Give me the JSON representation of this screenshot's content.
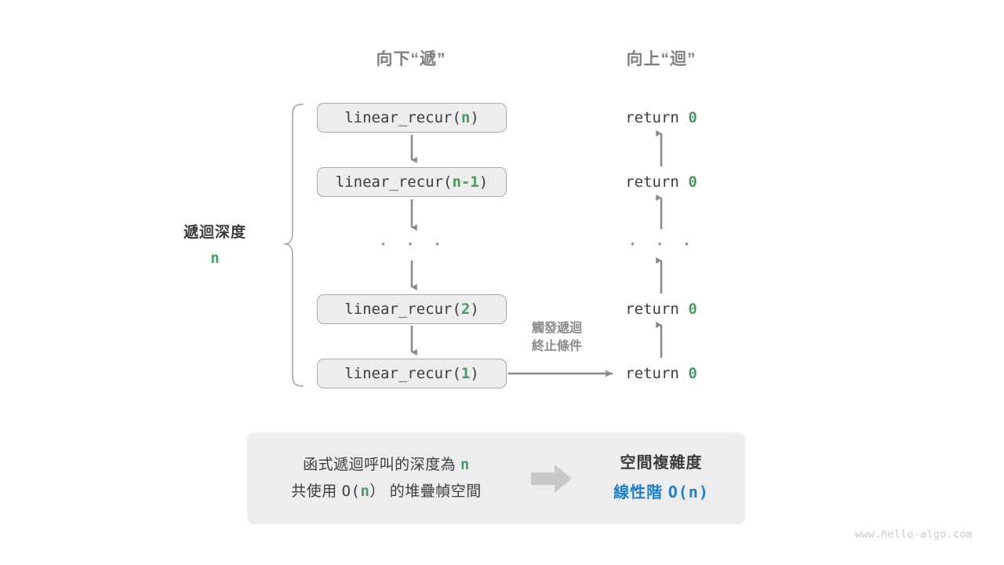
{
  "headers": {
    "down": "向下“遞”",
    "up": "向上“迴”"
  },
  "colors": {
    "accent_green": "#479c62",
    "accent_blue": "#1a80d2",
    "box_fill": "#ededed",
    "box_border": "#a9a9a9",
    "arrow_gray": "#8a8a8a",
    "text_gray": "#808080",
    "text_dark": "#3c3c3c",
    "watermark": "#c9c9c9"
  },
  "depth_annotation": {
    "title": "遞迴深度",
    "value": "n"
  },
  "call_stack": [
    {
      "prefix": "linear_recur(",
      "arg": "n",
      "suffix": ")"
    },
    {
      "prefix": "linear_recur(",
      "arg": "n-1",
      "suffix": ")"
    },
    {
      "ellipsis": "· · ·"
    },
    {
      "prefix": "linear_recur(",
      "arg": "2",
      "suffix": ")"
    },
    {
      "prefix": "linear_recur(",
      "arg": "1",
      "suffix": ")"
    }
  ],
  "returns": [
    {
      "text": "return ",
      "value": "0"
    },
    {
      "text": "return ",
      "value": "0"
    },
    {
      "ellipsis": "· · ·"
    },
    {
      "text": "return ",
      "value": "0"
    },
    {
      "text": "return ",
      "value": "0"
    }
  ],
  "base_case_note": {
    "line1": "觸發遞迴",
    "line2": "終止條件"
  },
  "summary": {
    "left_line1_a": "函式遞迴呼叫的深度為 ",
    "left_line1_n": "n",
    "left_line2_a": "共使用 ",
    "left_line2_o": "O(",
    "left_line2_n": "n",
    "left_line2_c": "）",
    "left_line2_b": " 的堆疊幀空間",
    "arrow_icon": "right-block-arrow-icon",
    "right_title": "空間複雜度",
    "right_value_label": "線性階 ",
    "right_value_notation": "O(n)"
  },
  "watermark": "www.hello-algo.com"
}
